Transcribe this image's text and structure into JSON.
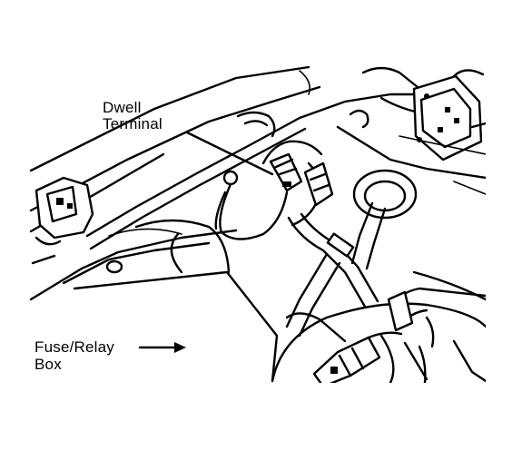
{
  "labels": {
    "dwell_terminal_line1": "Dwell",
    "dwell_terminal_line2": "Terminal",
    "fuse_relay_box_line1": "Fuse/Relay",
    "fuse_relay_box_line2": "Box"
  },
  "colors": {
    "ink": "#000000",
    "paper": "#ffffff"
  }
}
